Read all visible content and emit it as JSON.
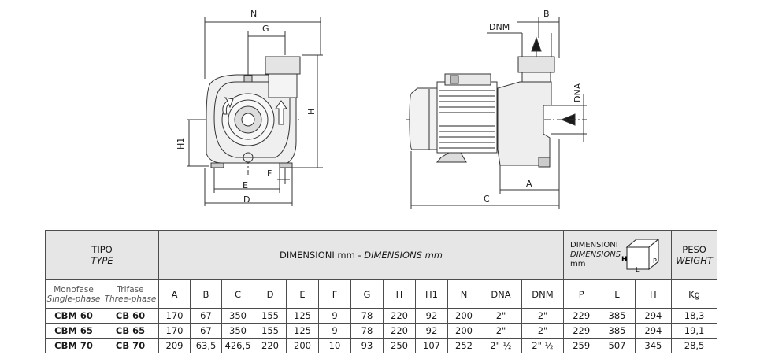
{
  "drawing": {
    "front_labels": {
      "N": "N",
      "G": "G",
      "H": "H",
      "H1": "H1",
      "F": "F",
      "E": "E",
      "D": "D"
    },
    "side_labels": {
      "B": "B",
      "DNM": "DNM",
      "DNA": "DNA",
      "A": "A",
      "C": "C"
    }
  },
  "table": {
    "tipo": "TIPO",
    "type": "TYPE",
    "dims_title": "DIMENSIONI mm - ",
    "dims_title_en": "DIMENSIONS mm",
    "box_dims": "DIMENSIONI",
    "box_dims_en": "DIMENSIONS",
    "box_unit": "mm",
    "box_icon_labels": {
      "H": "H",
      "L": "L",
      "P": "P"
    },
    "peso": "PESO",
    "weight": "WEIGHT",
    "monofase": "Monofase",
    "single_phase": "Single-phase",
    "trifase": "Trifase",
    "three_phase": "Three-phase",
    "columns": [
      "A",
      "B",
      "C",
      "D",
      "E",
      "F",
      "G",
      "H",
      "H1",
      "N",
      "DNA",
      "DNM",
      "P",
      "L",
      "H",
      "Kg"
    ],
    "rows": [
      {
        "mono": "CBM 60",
        "tri": "CB 60",
        "values": [
          "170",
          "67",
          "350",
          "155",
          "125",
          "9",
          "78",
          "220",
          "92",
          "200",
          "2\"",
          "2\"",
          "229",
          "385",
          "294",
          "18,3"
        ]
      },
      {
        "mono": "CBM 65",
        "tri": "CB 65",
        "values": [
          "170",
          "67",
          "350",
          "155",
          "125",
          "9",
          "78",
          "220",
          "92",
          "200",
          "2\"",
          "2\"",
          "229",
          "385",
          "294",
          "19,1"
        ]
      },
      {
        "mono": "CBM 70",
        "tri": "CB 70",
        "values": [
          "209",
          "63,5",
          "426,5",
          "220",
          "200",
          "10",
          "93",
          "250",
          "107",
          "252",
          "2\" ½",
          "2\" ½",
          "259",
          "507",
          "345",
          "28,5"
        ]
      }
    ]
  }
}
